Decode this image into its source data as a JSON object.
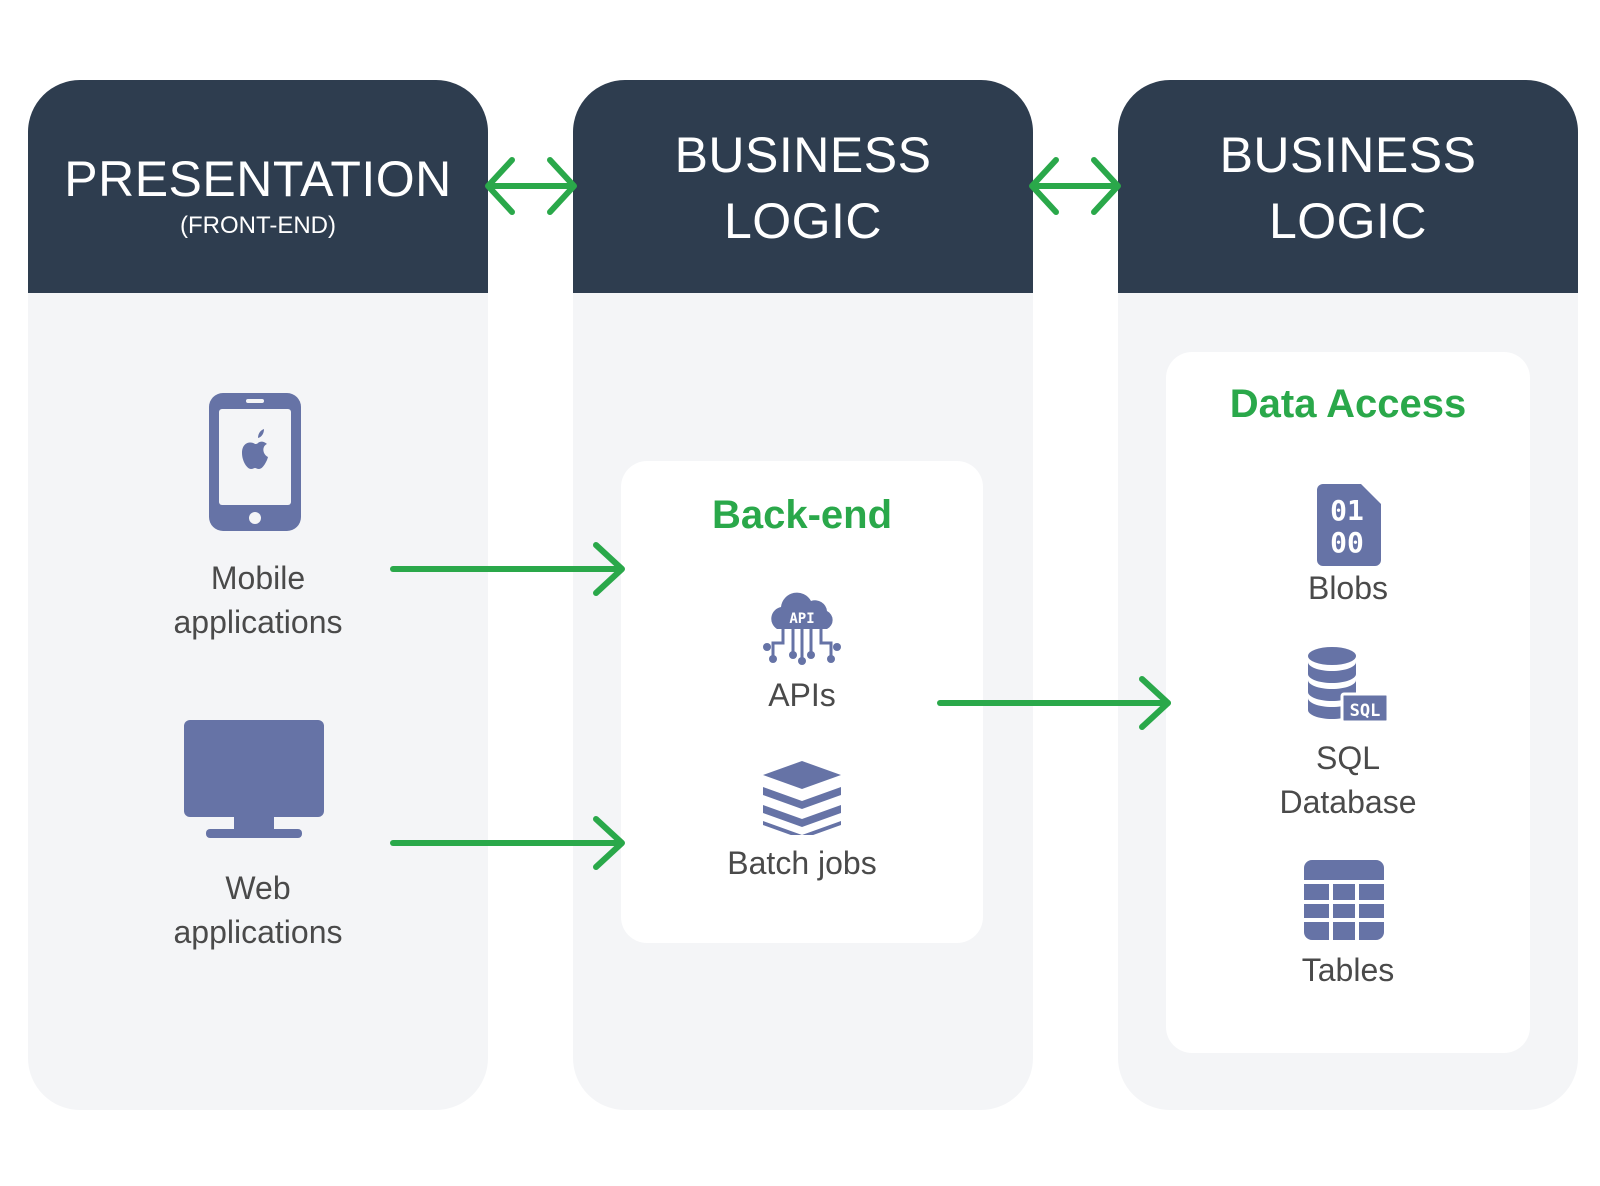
{
  "columns": [
    {
      "title": "PRESENTATION",
      "subtitle": "(FRONT-END)",
      "items": [
        {
          "label": "Mobile\napplications",
          "icon": "smartphone-icon"
        },
        {
          "label": "Web\napplications",
          "icon": "monitor-icon"
        }
      ]
    },
    {
      "title": "BUSINESS\nLOGIC",
      "panel": {
        "title": "Back-end",
        "items": [
          {
            "label": "APIs",
            "icon": "api-cloud-icon"
          },
          {
            "label": "Batch jobs",
            "icon": "stack-layers-icon"
          }
        ]
      }
    },
    {
      "title": "BUSINESS\nLOGIC",
      "panel": {
        "title": "Data Access",
        "items": [
          {
            "label": "Blobs",
            "icon": "binary-file-icon",
            "icon_text": [
              "01",
              "00"
            ]
          },
          {
            "label": "SQL\nDatabase",
            "icon": "sql-database-icon",
            "icon_text": "SQL"
          },
          {
            "label": "Tables",
            "icon": "table-grid-icon"
          }
        ]
      }
    }
  ],
  "colors": {
    "header_bg": "#2e3d4f",
    "column_bg": "#f4f5f7",
    "accent_green": "#2aa84a",
    "icon_blue": "#6673a6",
    "label_text": "#4a4a4a"
  }
}
